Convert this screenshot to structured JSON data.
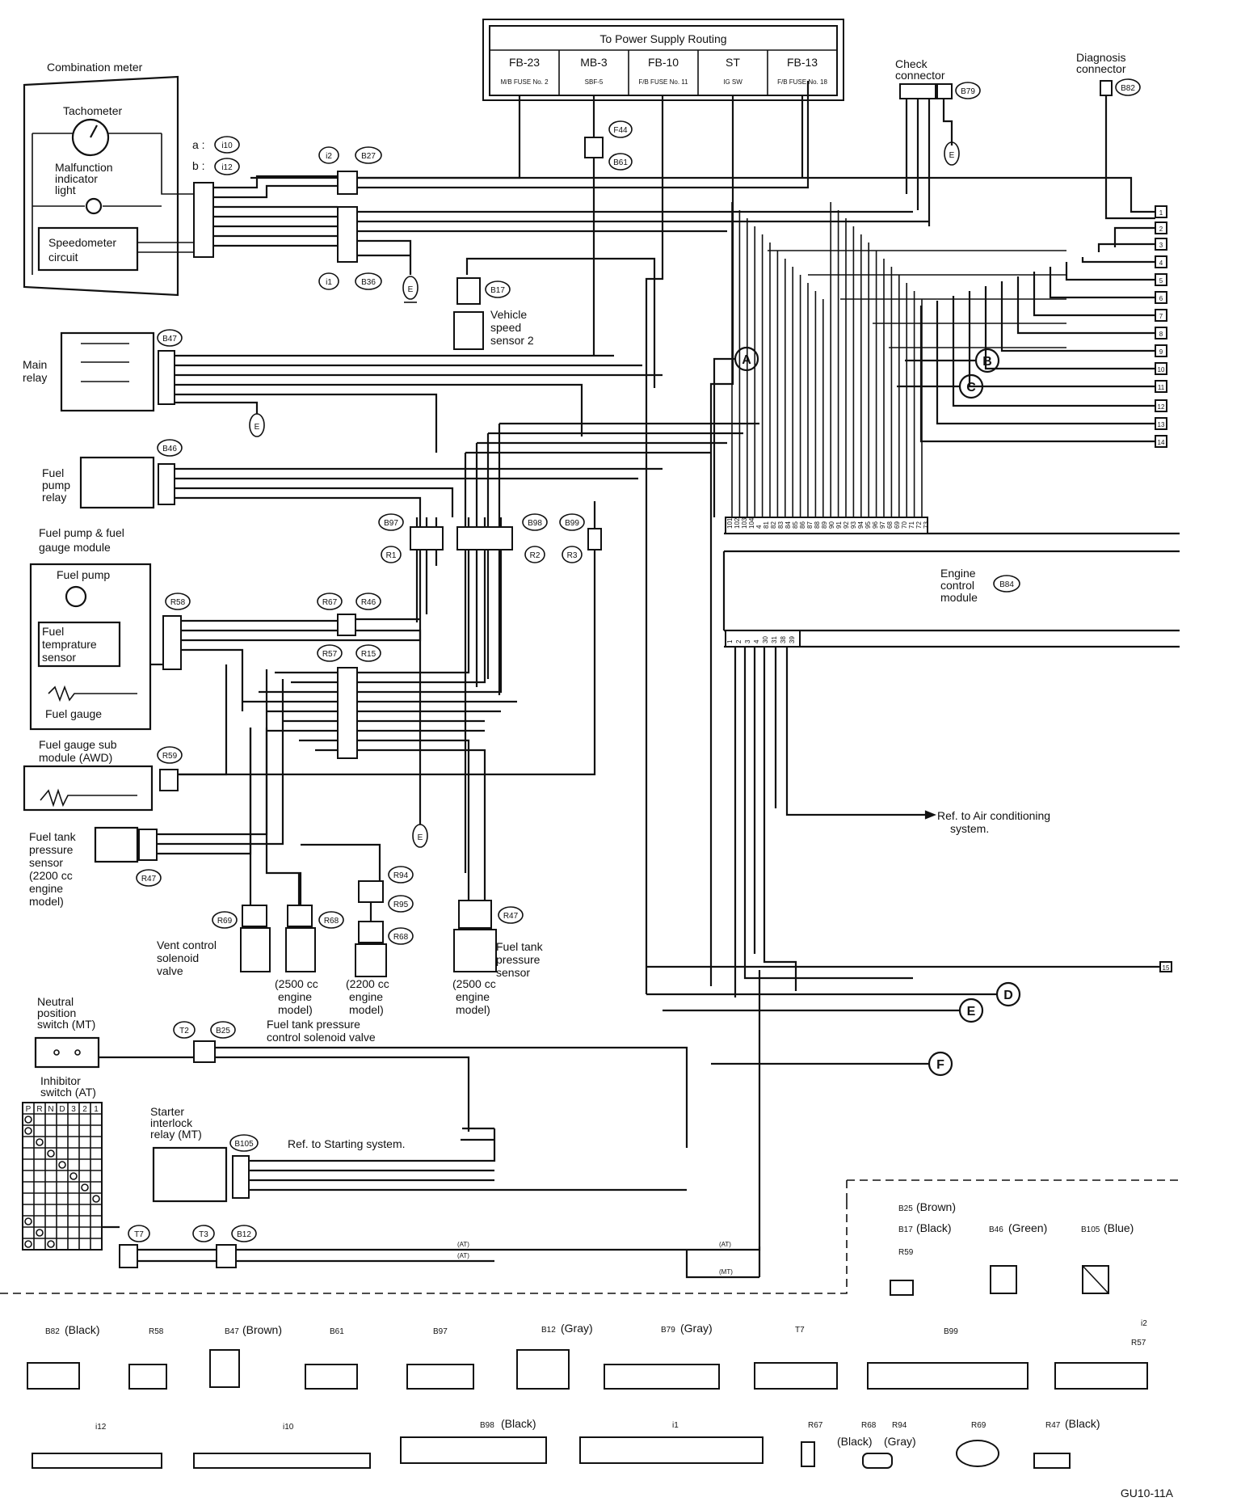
{
  "power_supply": {
    "title": "To Power Supply Routing",
    "cols": [
      {
        "name": "FB-23",
        "sub": "M/B FUSE No. 2"
      },
      {
        "name": "MB-3",
        "sub": "SBF-5"
      },
      {
        "name": "FB-10",
        "sub": "F/B FUSE No. 11"
      },
      {
        "name": "ST",
        "sub": "IG SW"
      },
      {
        "name": "FB-13",
        "sub": "F/B FUSE No. 18"
      }
    ]
  },
  "components": {
    "combination_meter": "Combination meter",
    "tachometer": "Tachometer",
    "mil": [
      "Malfunction",
      "indicator",
      "light"
    ],
    "speedometer": [
      "Speedometer",
      "circuit"
    ],
    "meter_a": "a :",
    "meter_b": "b :",
    "vss2": [
      "Vehicle",
      "speed",
      "sensor 2"
    ],
    "main_relay": [
      "Main",
      "relay"
    ],
    "fuel_pump_relay": [
      "Fuel",
      "pump",
      "relay"
    ],
    "fuel_pump_module": [
      "Fuel pump & fuel",
      "gauge module"
    ],
    "fuel_pump": "Fuel pump",
    "fuel_temp": [
      "Fuel",
      "temprature",
      "sensor"
    ],
    "fuel_gauge": "Fuel gauge",
    "fuel_gauge_sub": [
      "Fuel gauge sub",
      "module (AWD)"
    ],
    "fuel_tank_pressure": [
      "Fuel tank",
      "pressure",
      "sensor",
      "(2200 cc",
      "engine",
      "model)"
    ],
    "vent_control": [
      "Vent control",
      "solenoid",
      "valve"
    ],
    "model_2500a": [
      "(2500 cc",
      "engine",
      "model)"
    ],
    "model_2200": [
      "(2200 cc",
      "engine",
      "model)"
    ],
    "ftp_solenoid": [
      "Fuel tank pressure",
      "control solenoid valve"
    ],
    "ftp_sensor_2500": [
      "Fuel tank",
      "pressure",
      "sensor"
    ],
    "model_2500b": [
      "(2500 cc",
      "engine",
      "model)"
    ],
    "check_connector": [
      "Check",
      "connector"
    ],
    "diagnosis_connector": [
      "Diagnosis",
      "connector"
    ],
    "ecm": [
      "Engine",
      "control",
      "module"
    ],
    "neutral_switch": [
      "Neutral",
      "position",
      "switch (MT)"
    ],
    "inhibitor_switch": [
      "Inhibitor",
      "switch (AT)"
    ],
    "starter_relay": [
      "Starter",
      "interlock",
      "relay (MT)"
    ],
    "ref_ac": [
      "Ref. to Air conditioning",
      "system."
    ],
    "ref_starting": "Ref. to Starting system.",
    "footer_code": "GU10-11A"
  },
  "connector_ids": {
    "i10": "i10",
    "i12": "i12",
    "i2": "i2",
    "B27": "B27",
    "i1": "i1",
    "B36": "B36",
    "F44": "F44",
    "B61": "B61",
    "B17": "B17",
    "B47": "B47",
    "B46": "B46",
    "B97": "B97",
    "B98": "B98",
    "B99": "B99",
    "R1": "R1",
    "R2": "R2",
    "R3": "R3",
    "R58": "R58",
    "R67": "R67",
    "R46": "R46",
    "R57": "R57",
    "R15": "R15",
    "R59": "R59",
    "R47": "R47",
    "R69": "R69",
    "R68": "R68",
    "R94": "R94",
    "R95": "R95",
    "B79": "B79",
    "B82": "B82",
    "B84": "B84",
    "T2": "T2",
    "B25": "B25",
    "B105": "B105",
    "T7": "T7",
    "T3": "T3",
    "B12": "B12"
  },
  "ground": "E",
  "refs": [
    "A",
    "B",
    "C",
    "D",
    "E",
    "F"
  ],
  "right_edge_terminals": [
    "1",
    "2",
    "3",
    "4",
    "5",
    "6",
    "7",
    "8",
    "9",
    "10",
    "11",
    "12",
    "13",
    "14"
  ],
  "bottom_terminal": "15",
  "ecm_pins_top": [
    "101",
    "102",
    "103",
    "104",
    "4",
    "81",
    "82",
    "83",
    "84",
    "85",
    "86",
    "87",
    "88",
    "89",
    "90",
    "91",
    "92",
    "93",
    "94",
    "95",
    "96",
    "97",
    "68",
    "69",
    "70",
    "71",
    "72",
    "73"
  ],
  "ecm_pins_bottom": [
    "1",
    "2",
    "3",
    "4",
    "30",
    "31",
    "38",
    "39"
  ],
  "inhibitor_header": [
    "P",
    "R",
    "N",
    "D",
    "3",
    "2",
    "1"
  ],
  "signal_labels": {
    "at": "(AT)",
    "mt": "(MT)"
  },
  "legend": {
    "b25": "B25",
    "b25c": "(Brown)",
    "b17": "B17",
    "b17c": "(Black)",
    "r59": "R59",
    "b46": "B46",
    "b46c": "(Green)",
    "b105": "B105",
    "b105c": "(Blue)",
    "b82": "B82",
    "b82c": "(Black)",
    "r58": "R58",
    "b47": "B47",
    "b47c": "(Brown)",
    "b61": "B61",
    "b97": "B97",
    "b12": "B12",
    "b12c": "(Gray)",
    "b79": "B79",
    "b79c": "(Gray)",
    "t7": "T7",
    "b99": "B99",
    "i2": "i2",
    "r57": "R57",
    "i12": "i12",
    "i10": "i10",
    "b98": "B98",
    "b98c": "(Black)",
    "i1": "i1",
    "r67": "R67",
    "r68": "R68",
    "r94": "R94",
    "r6894c": "(Black)",
    "r94c": "(Gray)",
    "r69": "R69",
    "r47": "R47",
    "r47c": "(Black)"
  }
}
